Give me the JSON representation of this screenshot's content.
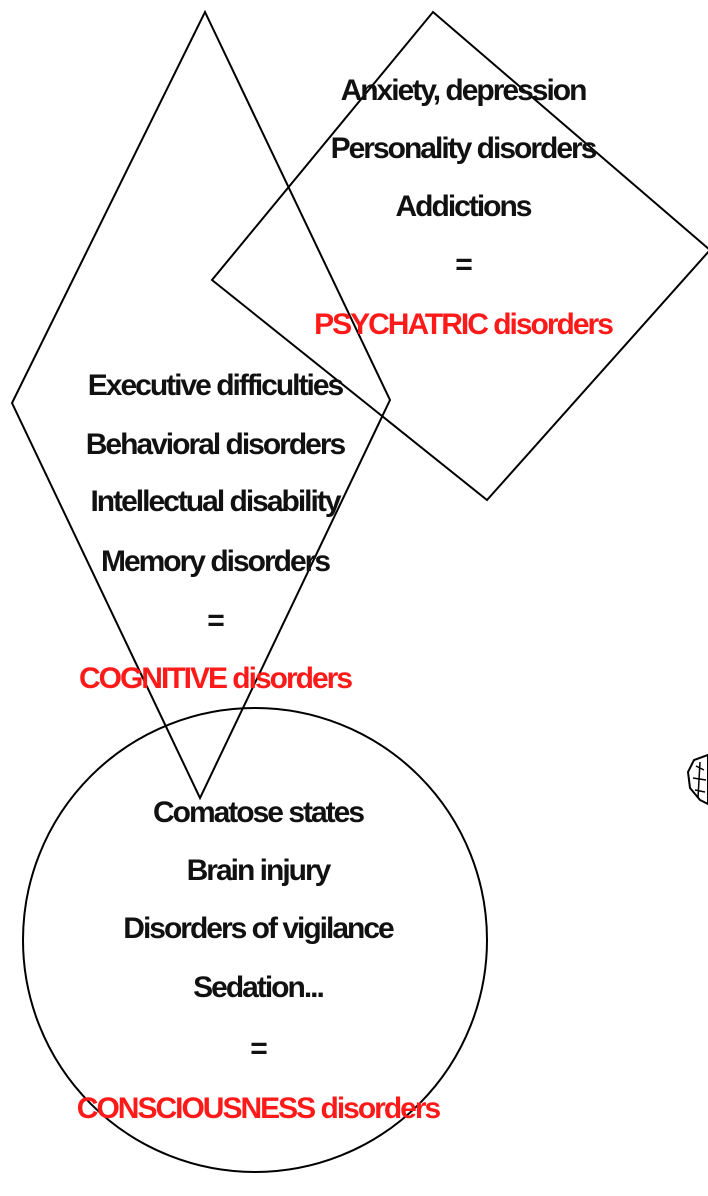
{
  "psychiatric": {
    "items": [
      "Anxiety, depression",
      "Personality disorders",
      "Addictions"
    ],
    "equals": "=",
    "category": "PSYCHATRIC disorders"
  },
  "cognitive": {
    "items": [
      "Executive difficulties",
      "Behavioral disorders",
      "Intellectual disability",
      "Memory disorders"
    ],
    "equals": "=",
    "category": "COGNITIVE disorders"
  },
  "consciousness": {
    "items": [
      "Comatose states",
      "Brain injury",
      "Disorders of vigilance",
      "Sedation..."
    ],
    "equals": "=",
    "category": "CONSCIOUSNESS disorders"
  },
  "colors": {
    "text": "#111111",
    "category": "#ff1a1a",
    "outline": "#000000"
  }
}
